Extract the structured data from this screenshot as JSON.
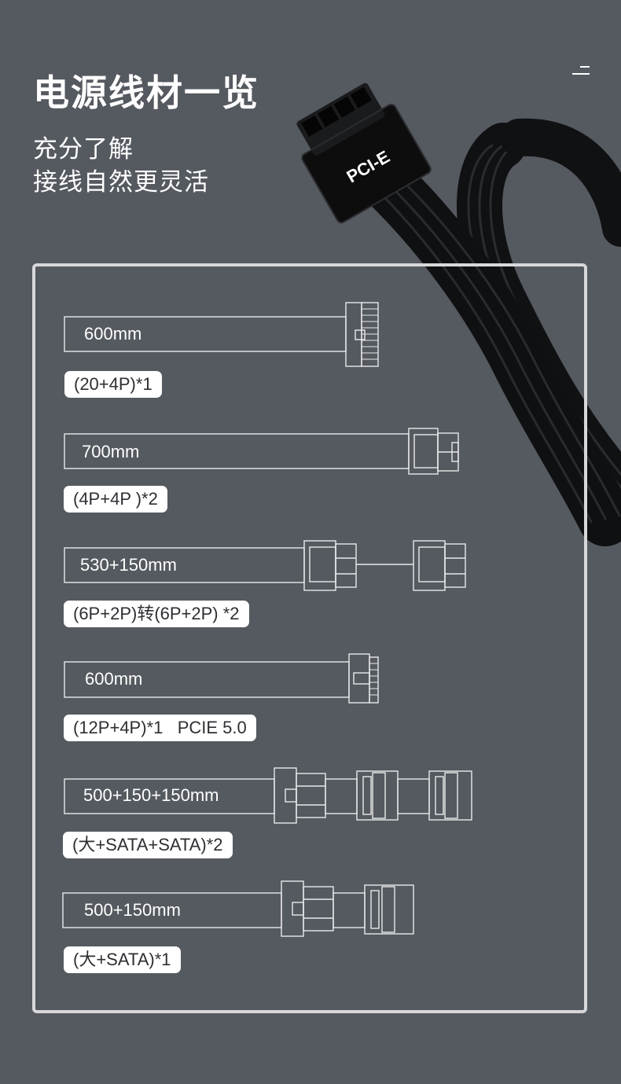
{
  "page": {
    "title": "电源线材一览",
    "subtitle_line1": "充分了解",
    "subtitle_line2": "接线自然更灵活",
    "connector_label": "PCI-E"
  },
  "cables": [
    {
      "length": "600mm",
      "spec": "(20+4P)*1"
    },
    {
      "length": "700mm",
      "spec": "(4P+4P )*2"
    },
    {
      "length": "530+150mm",
      "spec": "(6P+2P)转(6P+2P) *2"
    },
    {
      "length": "600mm",
      "spec": "(12P+4P)*1   PCIE 5.0"
    },
    {
      "length": "500+150+150mm",
      "spec": "(大+SATA+SATA)*2"
    },
    {
      "length": "500+150mm",
      "spec": "(大+SATA)*1"
    }
  ],
  "icons": {
    "menu": "menu-icon"
  },
  "colors": {
    "background": "#555960",
    "panel_border": "#d7d8da",
    "text": "#ffffff",
    "pill_bg": "#ffffff",
    "pill_text": "#2d2f33"
  }
}
